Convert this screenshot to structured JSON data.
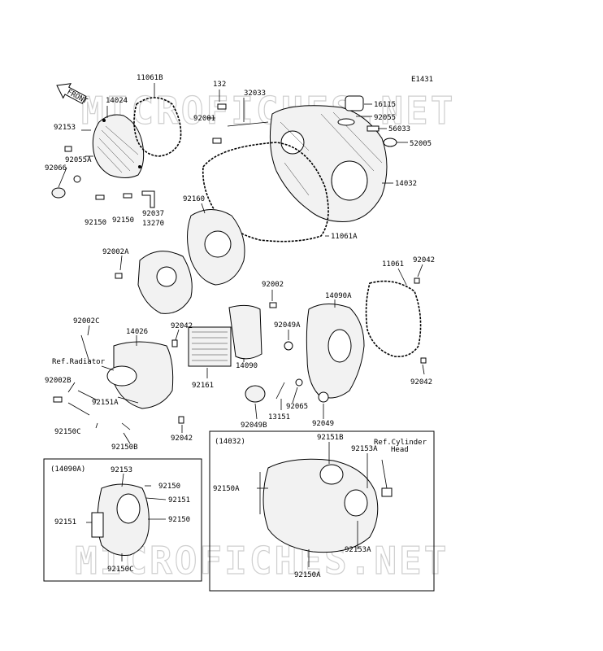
{
  "diagram_code": "E1431",
  "watermark": "MICROFICHES.NET",
  "front_arrow": "FRONT",
  "callouts": {
    "p11061B": "11061B",
    "p132": "132",
    "p32033": "32033",
    "p14024": "14024",
    "p16115": "16115",
    "p92153_top": "92153",
    "p92055": "92055",
    "p92001": "92001",
    "p56033": "56033",
    "p92055A": "92055A",
    "p52005": "52005",
    "p92066": "92066",
    "p14032": "14032",
    "p92160": "92160",
    "p92150_a": "92150",
    "p92150_b": "92150",
    "p92037": "92037",
    "p13270": "13270",
    "p11061A": "11061A",
    "p92002A": "92002A",
    "p11061": "11061",
    "p92042_r": "92042",
    "p92002": "92002",
    "p14090A": "14090A",
    "p92002C": "92002C",
    "p14026": "14026",
    "p92042_m": "92042",
    "p92049A": "92049A",
    "p_ref_radiator": "Ref.Radiator",
    "p14090": "14090",
    "p92002B": "92002B",
    "p92161": "92161",
    "p92042_rb": "92042",
    "p92151A": "92151A",
    "p92065": "92065",
    "p13151": "13151",
    "p92150C": "92150C",
    "p92049B": "92049B",
    "p92049": "92049",
    "p92150B": "92150B",
    "p92042_b": "92042"
  },
  "inset_left": {
    "title": "(14090A)",
    "c92153": "92153",
    "c92150_1": "92150",
    "c92151_r": "92151",
    "c92151_l": "92151",
    "c92150_2": "92150",
    "c92150C": "92150C"
  },
  "inset_right": {
    "title": "(14032)",
    "c92151B": "92151B",
    "c92153A_top": "92153A",
    "ref_cyl_1": "Ref.Cylinder",
    "ref_cyl_2": "Head",
    "c92150A_l": "92150A",
    "c92153A_bot": "92153A",
    "c92150A_b": "92150A"
  }
}
